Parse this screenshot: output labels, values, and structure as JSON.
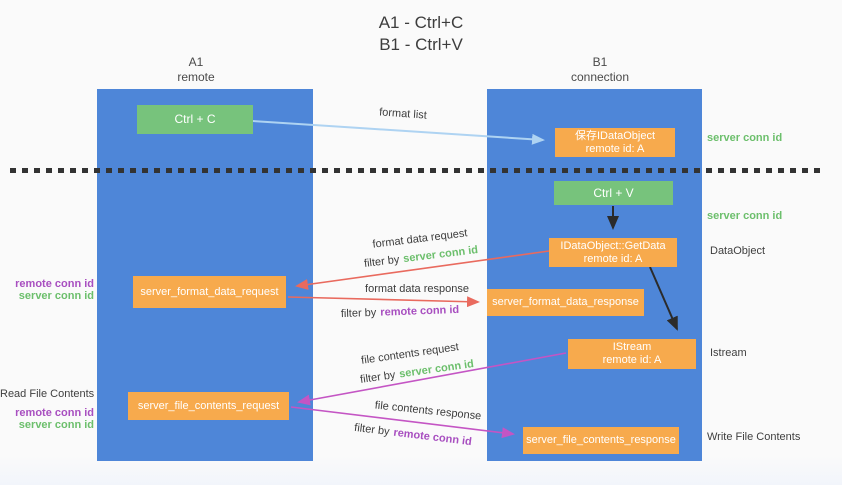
{
  "title": {
    "line1": "A1 - Ctrl+C",
    "line2": "B1 - Ctrl+V"
  },
  "lanes": {
    "a1": {
      "name": "A1",
      "role": "remote"
    },
    "b1": {
      "name": "B1",
      "role": "connection"
    }
  },
  "boxes": {
    "ctrl_c": "Ctrl + C",
    "save_dataobject_line1": "保存IDataObject",
    "save_dataobject_line2": "remote id: A",
    "ctrl_v": "Ctrl + V",
    "getdata_line1": "IDataObject::GetData",
    "getdata_line2": "remote id: A",
    "format_request": "server_format_data_request",
    "format_response": "server_format_data_response",
    "istream_line1": "IStream",
    "istream_line2": "remote id: A",
    "file_request": "server_file_contents_request",
    "file_response": "server_file_contents_response"
  },
  "arrow_labels": {
    "format_list": "format list",
    "format_data_request": "format data request",
    "format_data_response": "format data response",
    "file_contents_request": "file contents request",
    "file_contents_response": "file contents response",
    "filter_by": "filter by",
    "server_conn_id": "server conn id",
    "remote_conn_id": "remote conn id"
  },
  "side_labels": {
    "server_conn_id": "server conn id",
    "remote_conn_id": "remote conn id",
    "dataobject": "DataObject",
    "istream": "Istream",
    "read_file_contents": "Read File Contents",
    "write_file_contents": "Write File Contents"
  },
  "colors": {
    "lane_blue": "#4e86d8",
    "box_green": "#77c37c",
    "box_orange": "#f7aa4d",
    "arrow_light_blue": "#aed3f2",
    "arrow_red": "#e96a5e",
    "arrow_magenta": "#c455c4",
    "arrow_black": "#2b2b2b",
    "text_green": "#6cbf6c",
    "text_purple": "#a84fc0",
    "divider_dark": "#333333"
  }
}
